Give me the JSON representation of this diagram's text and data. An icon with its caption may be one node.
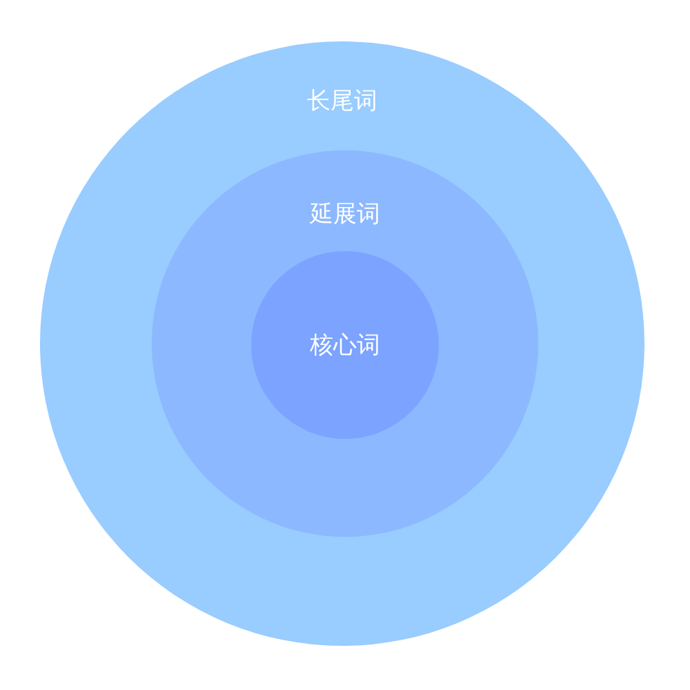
{
  "diagram": {
    "nodes": [
      {
        "text": [
          "长尾词"
        ]
      },
      {
        "text": [
          "延展词"
        ],
        "in": 0
      },
      {
        "text": [
          "核心词"
        ],
        "in": 1
      }
    ]
  }
}
